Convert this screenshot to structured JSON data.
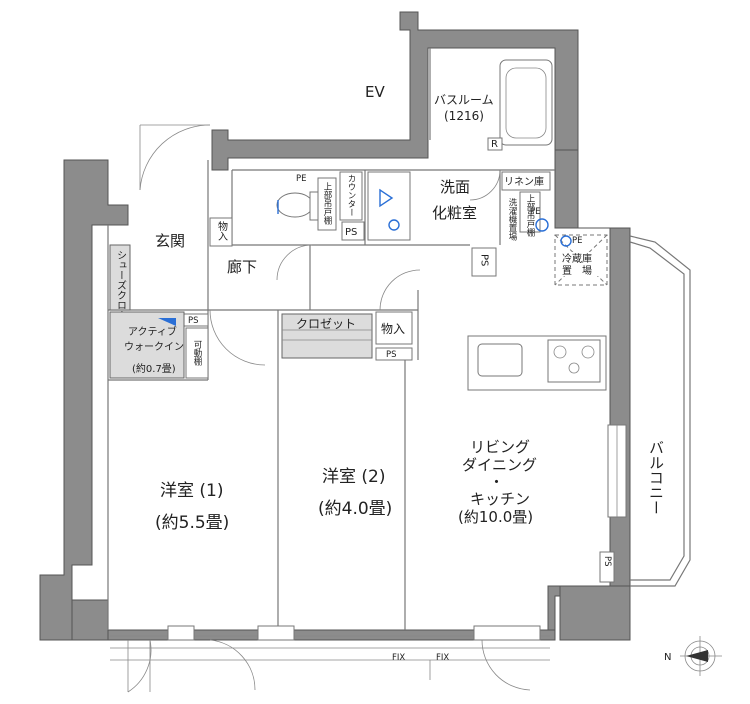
{
  "labels": {
    "ev": "EV",
    "bath_name": "バスルーム",
    "bath_size": "(1216)",
    "bath_r": "R",
    "washroom_1": "洗面",
    "washroom_2": "化粧室",
    "linen": "リネン庫",
    "upper_shelf_vanity": "上部吊戸棚",
    "upper_shelf_laundry": "上部吊戸棚",
    "laundry_place": "洗濯機置場",
    "counter": "カウンター",
    "ps": "PS",
    "fridge_1": "冷蔵庫",
    "fridge_2": "置　場",
    "entrance": "玄関",
    "storage": "物入",
    "hallway": "廊下",
    "shoe_closet": "シューズクローク",
    "wic_1": "アクティブ",
    "wic_2": "ウォークイン",
    "wic_size": "(約0.7畳)",
    "movable_shelf": "可動棚",
    "closet": "クロゼット",
    "room1_name": "洋室 (1)",
    "room1_size": "(約5.5畳)",
    "room2_name": "洋室 (2)",
    "room2_size": "(約4.0畳)",
    "ldk_1": "リビング",
    "ldk_2": "ダイニング",
    "ldk_3": "・",
    "ldk_4": "キッチン",
    "ldk_size": "(約10.0畳)",
    "balcony": "バルコニー",
    "fix_1": "FIX",
    "fix_2": "FIX",
    "compass_n": "N",
    "pe": "PE"
  }
}
